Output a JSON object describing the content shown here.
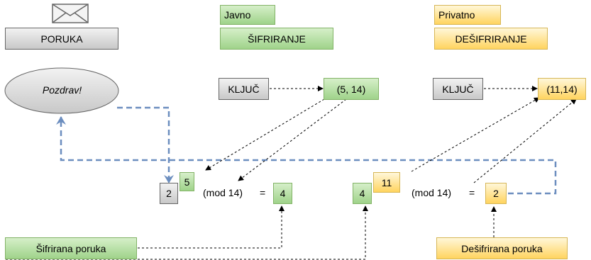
{
  "message": {
    "label": "PORUKA",
    "icon": "envelope-icon",
    "text": "Pozdrav!"
  },
  "public": {
    "tag": "Javno",
    "title": "ŠIFRIRANJE",
    "key_label": "KLJUČ",
    "key_value": "(5, 14)"
  },
  "private": {
    "tag": "Privatno",
    "title": "DEŠIFRIRANJE",
    "key_label": "KLJUČ",
    "key_value": "(11,14)"
  },
  "encryption": {
    "base": "2",
    "exponent": "5",
    "modulus": "(mod 14)",
    "equals": "=",
    "result": "4"
  },
  "decryption": {
    "base": "4",
    "exponent": "11",
    "modulus": "(mod 14)",
    "equals": "=",
    "result": "2"
  },
  "labels": {
    "encrypted": "Šifrirana poruka",
    "decrypted": "Dešifrirana poruka"
  },
  "colors": {
    "green_border": "#82b366",
    "yellow_border": "#d6b656",
    "blue_arrow": "#6c8ebf"
  }
}
